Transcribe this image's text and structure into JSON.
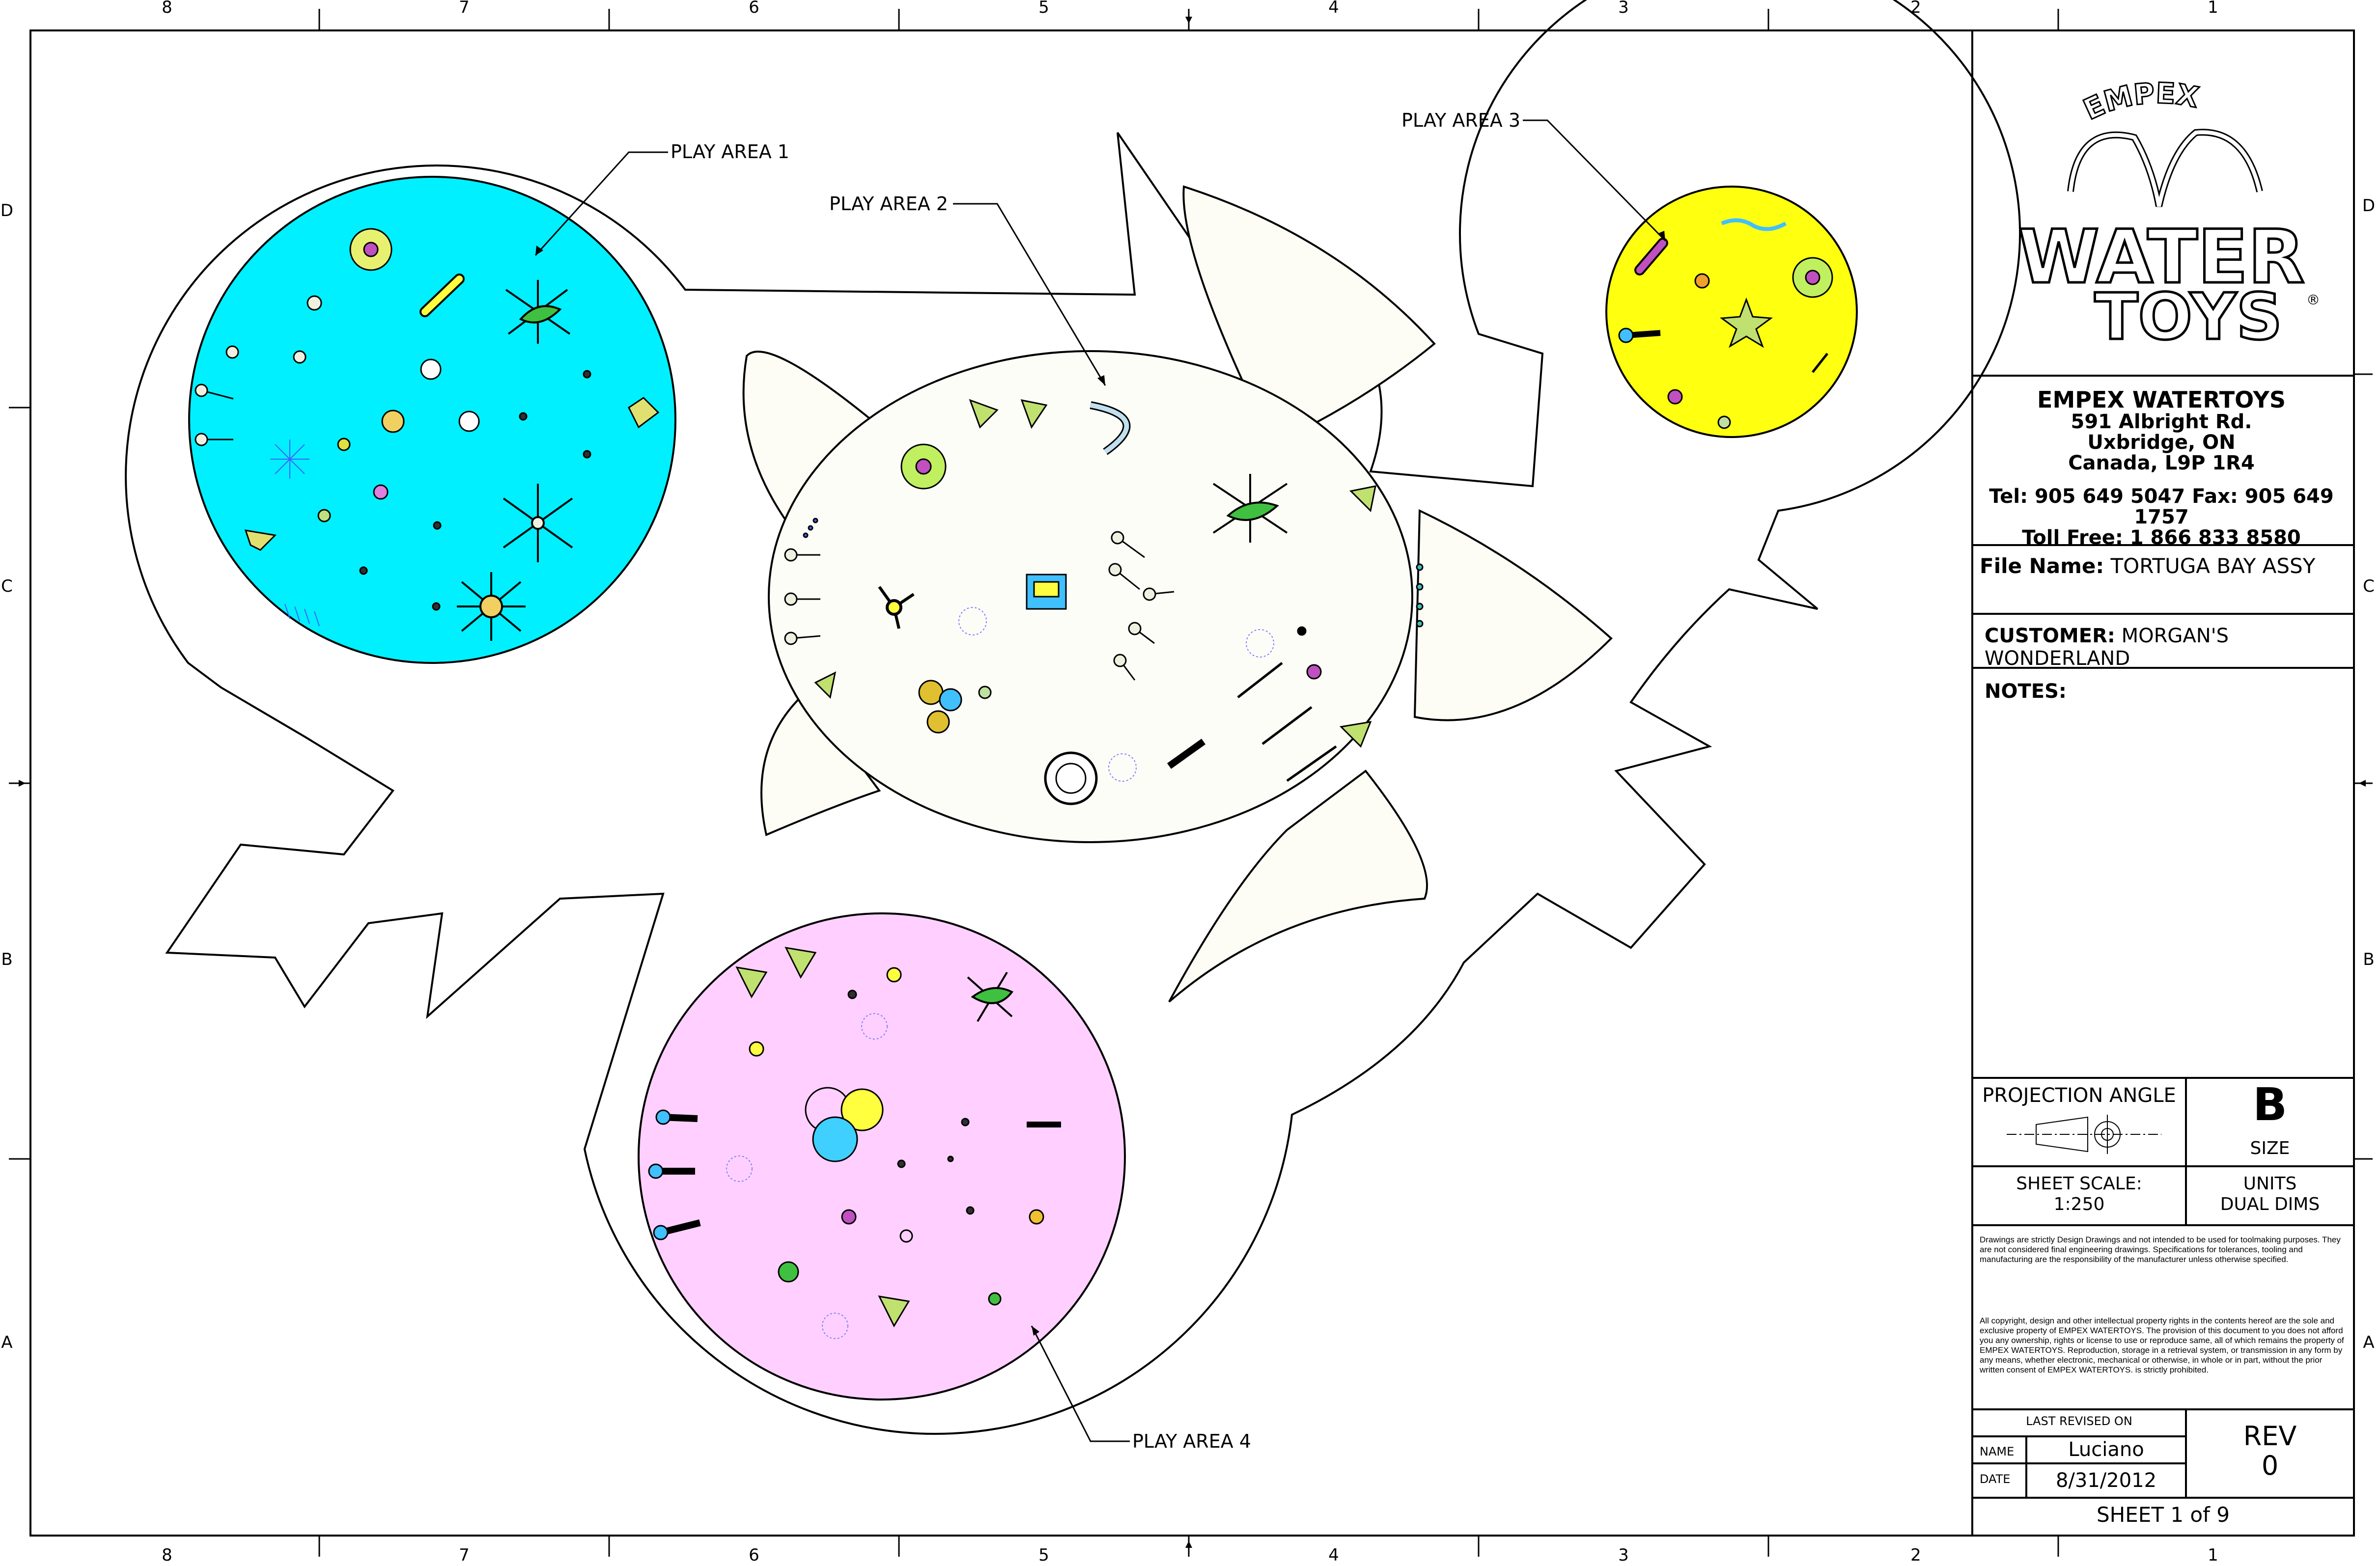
{
  "border": {
    "columns": [
      "8",
      "7",
      "6",
      "5",
      "4",
      "3",
      "2",
      "1"
    ],
    "rows": [
      "D",
      "C",
      "B",
      "A"
    ]
  },
  "labels": {
    "play_area_1": "PLAY AREA 1",
    "play_area_2": "PLAY AREA 2",
    "play_area_3": "PLAY AREA 3",
    "play_area_4": "PLAY AREA 4"
  },
  "colors": {
    "play_area_1": "#00f0ff",
    "play_area_2": "#fdfdf8",
    "play_area_3": "#ffff10",
    "play_area_4": "#ffd0ff",
    "turtle_fill": "#fdfdf5"
  },
  "logo": {
    "arc_text": "EMPEX",
    "line1": "WATER",
    "line2": "TOYS",
    "mark": "®"
  },
  "company": {
    "name": "EMPEX WATERTOYS",
    "address1": "591 Albright Rd.",
    "address2": "Uxbridge, ON",
    "address3": "Canada, L9P 1R4",
    "tel_fax": "Tel: 905 649 5047  Fax: 905 649 1757",
    "toll_free": "Toll Free: 1 866 833 8580"
  },
  "file_name": {
    "label": "File Name:",
    "value": "TORTUGA BAY ASSY"
  },
  "customer": {
    "label": "CUSTOMER:",
    "value": "MORGAN'S WONDERLAND"
  },
  "notes": {
    "label": "NOTES:"
  },
  "projection": {
    "label": "PROJECTION ANGLE"
  },
  "size": {
    "letter": "B",
    "label": "SIZE"
  },
  "scale": {
    "label": "SHEET SCALE:",
    "value": "1:250"
  },
  "units": {
    "label": "UNITS",
    "value": "DUAL DIMS"
  },
  "disclaimer1": "Drawings are strictly Design Drawings and not intended to be used for toolmaking purposes. They are not considered final engineering drawings. Specifications for tolerances, tooling and manufacturing are the responsibility of the manufacturer unless otherwise specified.",
  "disclaimer2": "All copyright, design and other intellectual property rights in the contents hereof are the sole and exclusive property of EMPEX WATERTOYS. The provision of this document to you does not afford you any ownership, rights or license to use or reproduce same, all of which remains the property of EMPEX WATERTOYS. Reproduction, storage in a retrieval system, or transmission in any form by any means, whether electronic, mechanical or otherwise, in whole or in part, without the prior written consent of EMPEX WATERTOYS. is strictly prohibited.",
  "revision": {
    "last_revised_label": "LAST REVISED ON",
    "name_label": "NAME",
    "name_value": "Luciano",
    "date_label": "DATE",
    "date_value": "8/31/2012",
    "rev_label": "REV",
    "rev_value": "0"
  },
  "sheet": "SHEET 1 of 9"
}
